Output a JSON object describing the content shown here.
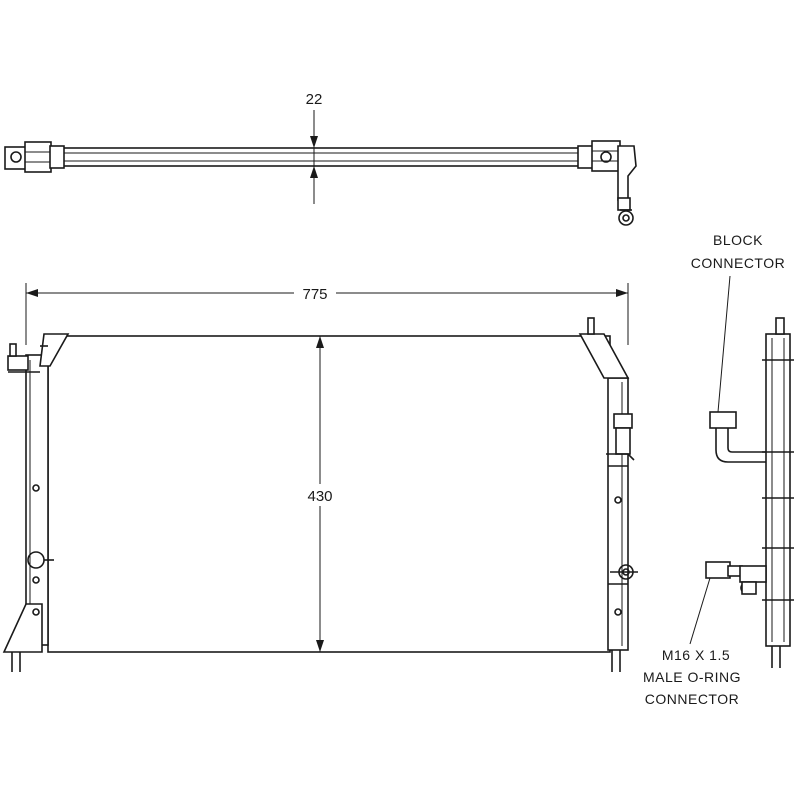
{
  "dimensions": {
    "thickness": "22",
    "width": "775",
    "height": "430"
  },
  "labels": {
    "block_connector": [
      "BLOCK",
      "CONNECTOR"
    ],
    "oring_connector": [
      "M16 X 1.5",
      "MALE O-RING",
      "CONNECTOR"
    ]
  },
  "colors": {
    "line": "#1a1a1a",
    "background": "#ffffff"
  }
}
